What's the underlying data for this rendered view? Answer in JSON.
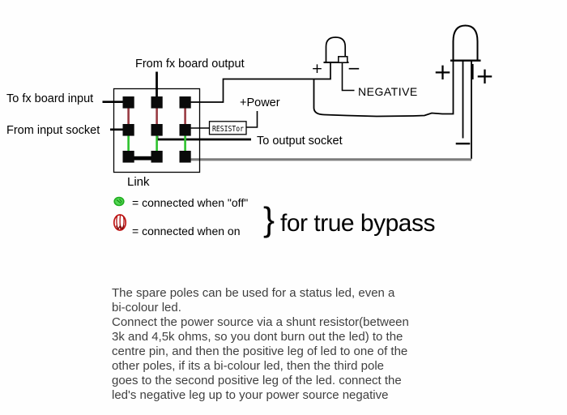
{
  "diagram": {
    "labels": {
      "from_fx_board_output": "From fx board output",
      "to_fx_board_input": "To fx board input",
      "from_input_socket": "From input socket",
      "power": "+Power",
      "resistor": "RESISTor",
      "to_output_socket": "To output socket",
      "negative": "NEGATIVE",
      "link": "Link"
    },
    "led_markers": {
      "small_led_plus": "+",
      "small_led_minus": "−",
      "big_led_left_plus": "+",
      "big_led_right_plus": "+",
      "big_led_bottom_minus": "−"
    },
    "legend": [
      {
        "icon": "green-dot-icon",
        "color": "#2ec22e",
        "label": "= connected when \"off\""
      },
      {
        "icon": "red-dot-icon",
        "color": "#cc1111",
        "label": "= connected when on"
      }
    ],
    "brace_note": {
      "brace": "}",
      "text": "for true bypass"
    },
    "switch": {
      "rows": 3,
      "cols": 3,
      "pole_count": 9
    },
    "colors": {
      "wire": "#000000",
      "connected_when_on": "#983a42",
      "connected_when_off": "#2ec22e",
      "spare_pole_wire": "#7c7c7c"
    }
  },
  "body_text": "The spare poles can be used for a status led, even a\nbi-colour led.\nConnect the power source via a shunt resistor(between\n3k and 4,5k ohms, so you dont burn out the led) to the\ncentre pin, and then the positive leg of led to one of the\nother poles, if its a bi-colour led, then the third pole\ngoes to the second positive leg of the led. connect the\nled's negative leg up to your power source negative"
}
